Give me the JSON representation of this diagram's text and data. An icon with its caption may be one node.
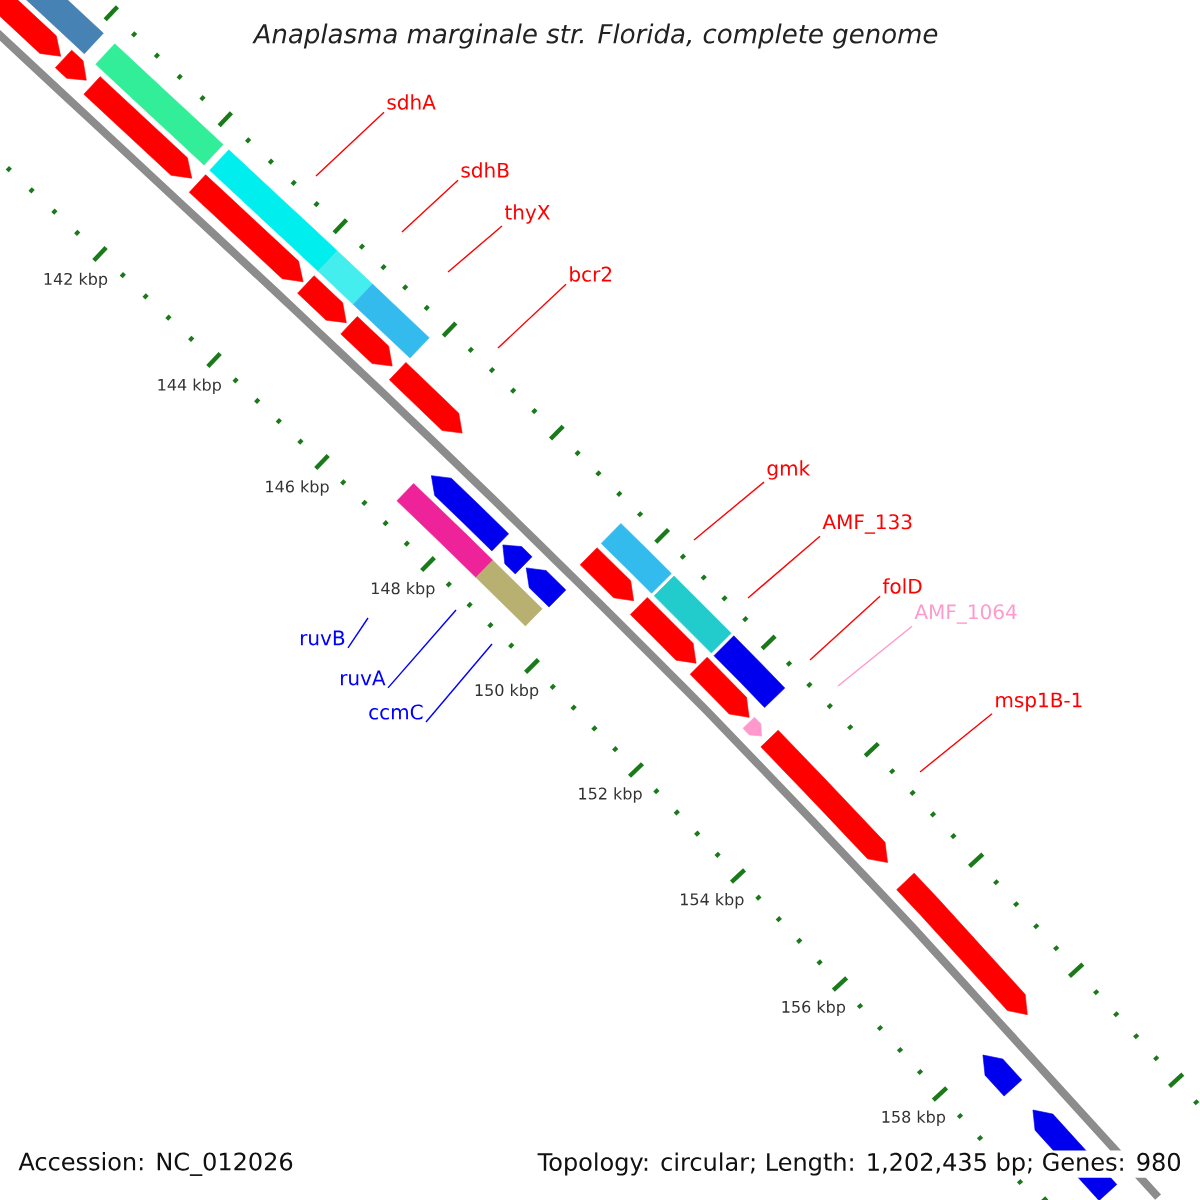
{
  "diagram": {
    "title": "Anaplasma marginale str. Florida, complete genome",
    "nodes": [
      {
        "text": [
          "sdhA"
        ]
      },
      {
        "text": [
          "sdhB"
        ]
      },
      {
        "text": [
          "thyX"
        ]
      },
      {
        "text": [
          "bcr2"
        ]
      },
      {
        "text": [
          "gmk"
        ]
      },
      {
        "text": [
          "AMF_133"
        ]
      },
      {
        "text": [
          "folD"
        ]
      },
      {
        "text": [
          "AMF_1064"
        ]
      },
      {
        "text": [
          "msp1B-1"
        ]
      },
      {
        "text": [
          "ruvB"
        ]
      },
      {
        "text": [
          "ruvA"
        ]
      },
      {
        "text": [
          "ccmC"
        ]
      }
    ],
    "edges": [
      {
        "from": 0,
        "to": null,
        "arrow": "none"
      },
      {
        "from": 1,
        "to": null,
        "arrow": "none"
      },
      {
        "from": 2,
        "to": null,
        "arrow": "none"
      },
      {
        "from": 3,
        "to": null,
        "arrow": "none"
      },
      {
        "from": 4,
        "to": null,
        "arrow": "none"
      },
      {
        "from": 5,
        "to": null,
        "arrow": "none"
      },
      {
        "from": 6,
        "to": null,
        "arrow": "none"
      },
      {
        "from": 7,
        "to": null,
        "arrow": "none",
        "color": "#ff99cc"
      },
      {
        "from": 8,
        "to": null,
        "arrow": "none"
      },
      {
        "from": 9,
        "to": null,
        "arrow": "none",
        "color": "#0000ff"
      },
      {
        "from": 10,
        "to": null,
        "arrow": "none",
        "color": "#0000ff"
      },
      {
        "from": 11,
        "to": null,
        "arrow": "none",
        "color": "#0000ff"
      }
    ],
    "labels": [
      "142 kbp",
      "144 kbp",
      "146 kbp",
      "148 kbp",
      "150 kbp",
      "152 kbp",
      "154 kbp",
      "156 kbp",
      "158 kbp",
      "Accession: NC_012026",
      "Topology: circular; Length: 1,202,435 bp; Genes: 980"
    ]
  }
}
